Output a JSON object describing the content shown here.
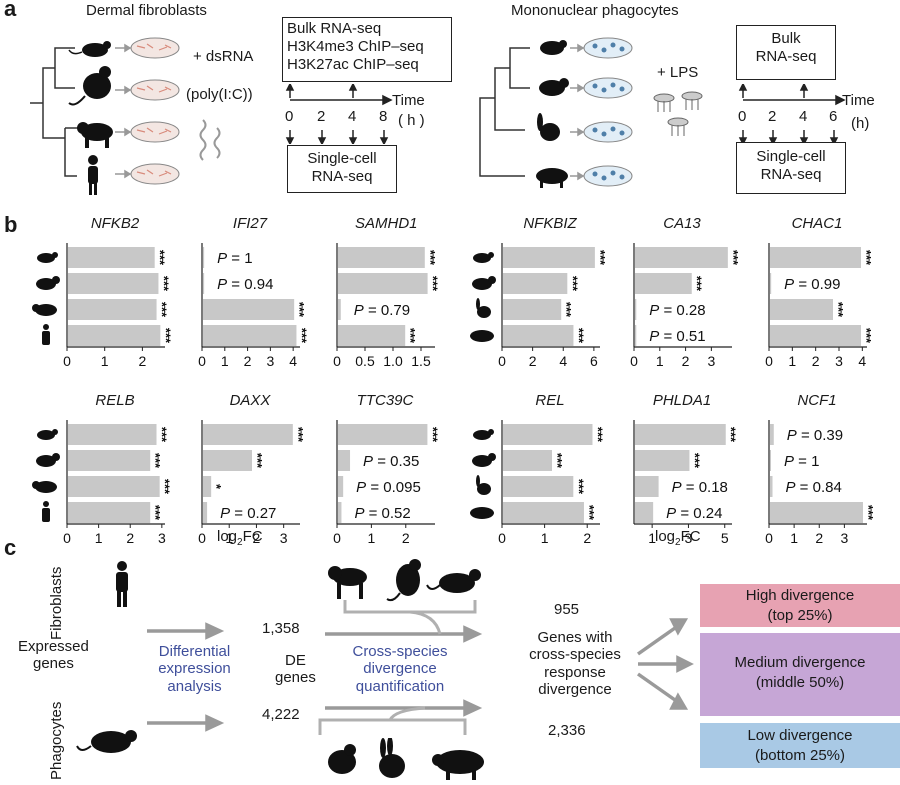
{
  "panels": {
    "a": "a",
    "b": "b",
    "c": "c"
  },
  "panel_a": {
    "fibro_title": "Dermal fibroblasts",
    "fibro_treatment_1": "+ dsRNA",
    "fibro_treatment_2": "(poly(I:C))",
    "fibro_bulk": [
      "Bulk RNA-seq",
      "H3K4me3 ChIP–seq",
      "H3K27ac ChIP–seq"
    ],
    "fibro_time_label": "Time",
    "fibro_time_unit": "( h )",
    "fibro_times": [
      "0",
      "2",
      "4",
      "8"
    ],
    "fibro_sc": [
      "Single-cell",
      "RNA-seq"
    ],
    "phago_title": "Mononuclear phagocytes",
    "phago_treatment": "+ LPS",
    "phago_bulk": [
      "Bulk",
      "RNA-seq"
    ],
    "phago_time_label": "Time",
    "phago_time_unit": "(h)",
    "phago_times": [
      "0",
      "2",
      "4",
      "6"
    ],
    "phago_sc": [
      "Single-cell",
      "RNA-seq"
    ]
  },
  "panel_b": {
    "xaxis_label_1": "log",
    "xaxis_label_sub": "2",
    "xaxis_label_2": "FC",
    "bar_color": "#c8c8c8",
    "chart_data": [
      {
        "type": "bar",
        "title": "NFKB2",
        "group": "fibroblast",
        "row": 0,
        "values": [
          2.3,
          2.4,
          2.35,
          2.45
        ],
        "annotations": [
          "***",
          "***",
          "***",
          "***"
        ],
        "xlim": [
          0,
          2.6
        ],
        "ticks": [
          "0",
          "1",
          "2"
        ],
        "tick_values": [
          0,
          1,
          2
        ]
      },
      {
        "type": "bar",
        "title": "IFI27",
        "group": "fibroblast",
        "row": 0,
        "values": [
          0.05,
          0.05,
          4.0,
          4.1
        ],
        "annotations": [
          "P = 1",
          "P = 0.94",
          "***",
          "***"
        ],
        "xlim": [
          0,
          4.3
        ],
        "ticks": [
          "0",
          "1",
          "2",
          "3",
          "4"
        ],
        "tick_values": [
          0,
          1,
          2,
          3,
          4
        ]
      },
      {
        "type": "bar",
        "title": "SAMHD1",
        "group": "fibroblast",
        "row": 0,
        "values": [
          1.55,
          1.6,
          0.05,
          1.2
        ],
        "annotations": [
          "***",
          "***",
          "P = 0.79",
          "***"
        ],
        "xlim": [
          0,
          1.75
        ],
        "ticks": [
          "0",
          "0.5",
          "1.0",
          "1.5"
        ],
        "tick_values": [
          0,
          0.5,
          1.0,
          1.5
        ]
      },
      {
        "type": "bar",
        "title": "NFKBIZ",
        "group": "phagocyte",
        "row": 0,
        "values": [
          6.0,
          4.2,
          3.8,
          4.6
        ],
        "annotations": [
          "***",
          "***",
          "***",
          "***"
        ],
        "xlim": [
          0,
          6.4
        ],
        "ticks": [
          "0",
          "2",
          "4",
          "6"
        ],
        "tick_values": [
          0,
          2,
          4,
          6
        ]
      },
      {
        "type": "bar",
        "title": "CA13",
        "group": "phagocyte",
        "row": 0,
        "values": [
          3.6,
          2.2,
          0.05,
          0.05
        ],
        "annotations": [
          "***",
          "***",
          "P = 0.28",
          "P = 0.51"
        ],
        "xlim": [
          0,
          3.8
        ],
        "ticks": [
          "0",
          "1",
          "2",
          "3"
        ],
        "tick_values": [
          0,
          1,
          2,
          3
        ]
      },
      {
        "type": "bar",
        "title": "CHAC1",
        "group": "phagocyte",
        "row": 0,
        "values": [
          3.9,
          0.05,
          2.7,
          3.9
        ],
        "annotations": [
          "***",
          "P = 0.99",
          "***",
          "***"
        ],
        "xlim": [
          0,
          4.2
        ],
        "ticks": [
          "0",
          "1",
          "2",
          "3",
          "4"
        ],
        "tick_values": [
          0,
          1,
          2,
          3,
          4
        ]
      },
      {
        "type": "bar",
        "title": "RELB",
        "group": "fibroblast",
        "row": 1,
        "values": [
          2.8,
          2.6,
          2.9,
          2.6
        ],
        "annotations": [
          "***",
          "***",
          "***",
          "***"
        ],
        "xlim": [
          0,
          3.1
        ],
        "ticks": [
          "0",
          "1",
          "2",
          "3"
        ],
        "tick_values": [
          0,
          1,
          2,
          3
        ]
      },
      {
        "type": "bar",
        "title": "DAXX",
        "group": "fibroblast",
        "row": 1,
        "values": [
          3.3,
          1.8,
          0.3,
          0.15
        ],
        "annotations": [
          "***",
          "***",
          "*",
          "P = 0.27"
        ],
        "xlim": [
          0,
          3.6
        ],
        "ticks": [
          "0",
          "1",
          "2",
          "3"
        ],
        "tick_values": [
          0,
          1,
          2,
          3
        ]
      },
      {
        "type": "bar",
        "title": "TTC39C",
        "group": "fibroblast",
        "row": 1,
        "values": [
          2.6,
          0.35,
          0.15,
          0.1
        ],
        "annotations": [
          "***",
          "P = 0.35",
          "P = 0.095",
          "P = 0.52"
        ],
        "xlim": [
          0,
          2.85
        ],
        "ticks": [
          "0",
          "1",
          "2"
        ],
        "tick_values": [
          0,
          1,
          2
        ]
      },
      {
        "type": "bar",
        "title": "REL",
        "group": "phagocyte",
        "row": 1,
        "values": [
          2.1,
          1.15,
          1.65,
          1.9
        ],
        "annotations": [
          "***",
          "***",
          "***",
          "***"
        ],
        "xlim": [
          0,
          2.3
        ],
        "ticks": [
          "0",
          "1",
          "2"
        ],
        "tick_values": [
          0,
          1,
          2
        ]
      },
      {
        "type": "bar",
        "title": "PHLDA1",
        "group": "phagocyte",
        "row": 1,
        "values": [
          5.0,
          3.0,
          1.3,
          1.0
        ],
        "annotations": [
          "***",
          "***",
          "P = 0.18",
          "P = 0.24"
        ],
        "xlim": [
          0,
          5.4
        ],
        "ticks": [
          "1",
          "3",
          "5"
        ],
        "tick_values": [
          1,
          3,
          5
        ],
        "xmin": 0
      },
      {
        "type": "bar",
        "title": "NCF1",
        "group": "phagocyte",
        "row": 1,
        "values": [
          0.15,
          0.02,
          0.1,
          3.7
        ],
        "annotations": [
          "P = 0.39",
          "P = 1",
          "P = 0.84",
          "***"
        ],
        "xlim": [
          0,
          3.9
        ],
        "ticks": [
          "0",
          "1",
          "2",
          "3"
        ],
        "tick_values": [
          0,
          1,
          2,
          3
        ]
      }
    ]
  },
  "panel_c": {
    "fibroblasts": "Fibroblasts",
    "phagocytes": "Phagocytes",
    "expressed_genes": [
      "Expressed",
      "genes"
    ],
    "diff_expr": [
      "Differential",
      "expression",
      "analysis"
    ],
    "fibro_de": "1,358",
    "phago_de": "4,222",
    "de_genes": [
      "DE",
      "genes"
    ],
    "cross_species": [
      "Cross-species",
      "divergence",
      "quantification"
    ],
    "fibro_div": "955",
    "phago_div": "2,336",
    "genes_with": [
      "Genes with",
      "cross-species",
      "response",
      "divergence"
    ],
    "high": [
      "High divergence",
      "(top 25%)"
    ],
    "medium": [
      "Medium divergence",
      "(middle 50%)"
    ],
    "low": [
      "Low divergence",
      "(bottom 25%)"
    ],
    "colors": {
      "high": "#e7a2b2",
      "medium": "#c6a6d6",
      "low": "#a9c9e5",
      "blue_text": "#3f4f9b",
      "arrow": "#9a9a9a"
    }
  }
}
